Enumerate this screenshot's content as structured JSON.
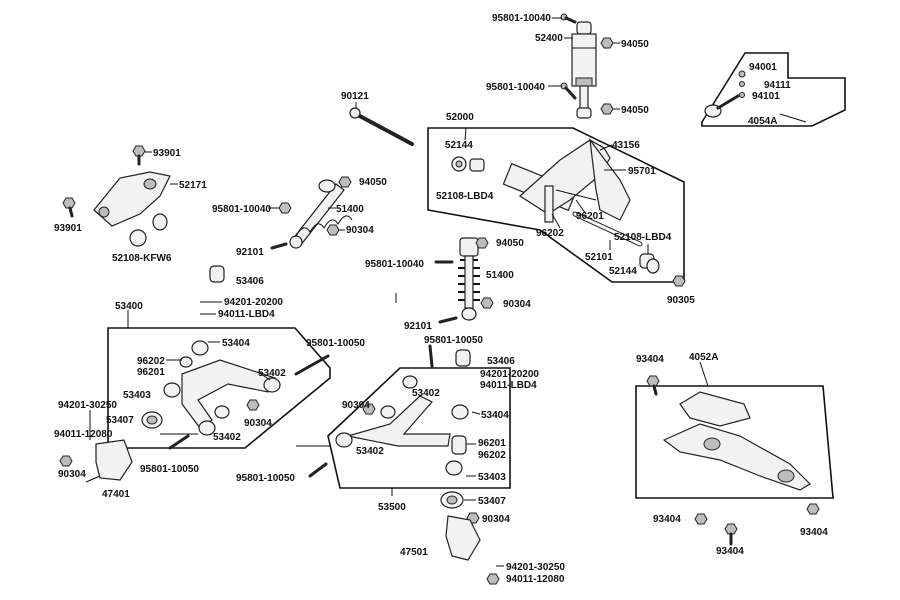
{
  "labels": {
    "p95801_10040_a": "95801-10040",
    "p52400": "52400",
    "p94050_a": "94050",
    "p95801_10040_b": "95801-10040",
    "p94050_b": "94050",
    "p90121": "90121",
    "p52000": "52000",
    "p52144_a": "52144",
    "p43156": "43156",
    "p95701": "95701",
    "p52108_lbd4_a": "52108-LBD4",
    "p96201_a": "96201",
    "p96202_a": "96202",
    "p52108_lbd4_b": "52108-LBD4",
    "p52101": "52101",
    "p52144_b": "52144",
    "p90305": "90305",
    "p94001": "94001",
    "p94111": "94111",
    "p94101": "94101",
    "p4054A": "4054A",
    "p93901_a": "93901",
    "p52171": "52171",
    "p93901_b": "93901",
    "p52108_kfw6": "52108-KFW6",
    "p94050_c": "94050",
    "p95801_10040_c": "95801-10040",
    "p51400_a": "51400",
    "p90304_a": "90304",
    "p92101_a": "92101",
    "p53406_a": "53406",
    "p94050_d": "94050",
    "p95801_10040_d": "95801-10040",
    "p51400_b": "51400",
    "p90304_b": "90304",
    "p92101_b": "92101",
    "p53400": "53400",
    "p94201_20200_a": "94201-20200",
    "p94011_lbd4_a": "94011-LBD4",
    "p53404_a": "53404",
    "p95801_10050_a": "95801-10050",
    "p96202_b": "96202",
    "p96201_b": "96201",
    "p53402_a": "53402",
    "p53403_a": "53403",
    "p94201_30250_a": "94201-30250",
    "p53407_a": "53407",
    "p90304_c": "90304",
    "p94011_12080_a": "94011-12080",
    "p53402_b": "53402",
    "p90304_d": "90304",
    "p95801_10050_b": "95801-10050",
    "p47401": "47401",
    "p95801_10050_c": "95801-10050",
    "p53406_b": "53406",
    "p94201_20200_b": "94201-20200",
    "p94011_lbd4_b": "94011-LBD4",
    "p90304_e": "90304",
    "p53402_c": "53402",
    "p53404_b": "53404",
    "p96201_c": "96201",
    "p96202_c": "96202",
    "p53402_d": "53402",
    "p53403_b": "53403",
    "p95801_10050_d": "95801-10050",
    "p53500": "53500",
    "p53407_b": "53407",
    "p90304_f": "90304",
    "p47501": "47501",
    "p94201_30250_b": "94201-30250",
    "p94011_12080_b": "94011-12080",
    "p93404_a": "93404",
    "p4052A": "4052A",
    "p93404_b": "93404",
    "p93404_c": "93404",
    "p93404_d": "93404"
  }
}
